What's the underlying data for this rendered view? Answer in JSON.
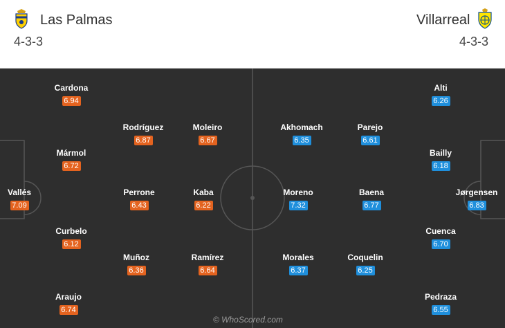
{
  "home": {
    "name": "Las Palmas",
    "formation": "4-3-3",
    "crest_icon": "las-palmas-crest-icon",
    "rating_color": "#e4631f",
    "players": [
      {
        "name": "Vallés",
        "rating": "7.09"
      },
      {
        "name": "Cardona",
        "rating": "6.94"
      },
      {
        "name": "Mármol",
        "rating": "6.72"
      },
      {
        "name": "Curbelo",
        "rating": "6.12"
      },
      {
        "name": "Araujo",
        "rating": "6.74"
      },
      {
        "name": "Rodríguez",
        "rating": "6.87"
      },
      {
        "name": "Perrone",
        "rating": "6.43"
      },
      {
        "name": "Muñoz",
        "rating": "6.36"
      },
      {
        "name": "Moleiro",
        "rating": "6.67"
      },
      {
        "name": "Kaba",
        "rating": "6.22"
      },
      {
        "name": "Ramírez",
        "rating": "6.64"
      }
    ]
  },
  "away": {
    "name": "Villarreal",
    "formation": "4-3-3",
    "crest_icon": "villarreal-crest-icon",
    "rating_color": "#1f8fdc",
    "players": [
      {
        "name": "Akhomach",
        "rating": "6.35"
      },
      {
        "name": "Moreno",
        "rating": "7.32"
      },
      {
        "name": "Morales",
        "rating": "6.37"
      },
      {
        "name": "Parejo",
        "rating": "6.61"
      },
      {
        "name": "Baena",
        "rating": "6.77"
      },
      {
        "name": "Coquelin",
        "rating": "6.25"
      },
      {
        "name": "Alti",
        "rating": "6.26"
      },
      {
        "name": "Bailly",
        "rating": "6.18"
      },
      {
        "name": "Cuenca",
        "rating": "6.70"
      },
      {
        "name": "Pedraza",
        "rating": "6.55"
      },
      {
        "name": "Jørgensen",
        "rating": "6.83"
      }
    ]
  },
  "watermark": "© WhoScored.com"
}
